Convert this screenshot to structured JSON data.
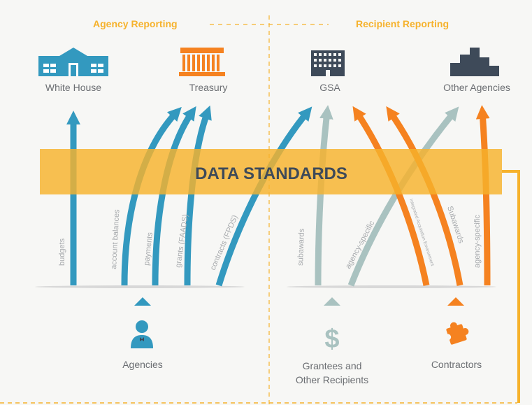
{
  "headers": {
    "agency_reporting": "Agency Reporting",
    "recipient_reporting": "Recipient Reporting"
  },
  "destinations": {
    "white_house": "White House",
    "treasury": "Treasury",
    "gsa": "GSA",
    "other_agencies": "Other Agencies"
  },
  "band_label": "DATA STANDARDS",
  "flows": {
    "budgets": "budgets",
    "account_balances": "account balances",
    "payments": "payments",
    "grants": "grants (FAADS)",
    "contracts": "contracts (FPDS)",
    "subawards_grants": "subawards",
    "agency_specific_grants": "agency-specific",
    "iae": "Integrated Acquisition Environment",
    "subawards_contracts": "Subawards",
    "agency_specific_contracts": "agency-specific"
  },
  "sources": {
    "agencies": "Agencies",
    "grantees": "Grantees and\nOther Recipients",
    "contractors": "Contractors"
  },
  "icons": {
    "white_house": "government-building-icon",
    "treasury": "treasury-columns-icon",
    "gsa": "office-building-icon",
    "other_agencies": "city-skyline-icon",
    "agencies": "person-icon",
    "grantees": "dollar-sign-icon",
    "contractors": "puzzle-piece-icon"
  },
  "colors": {
    "blue": "#3399bf",
    "gray_green": "#a9c2c0",
    "orange": "#f58220",
    "yellow": "#f6b22c",
    "dark": "#3e4a59",
    "text": "#6b6e72"
  }
}
